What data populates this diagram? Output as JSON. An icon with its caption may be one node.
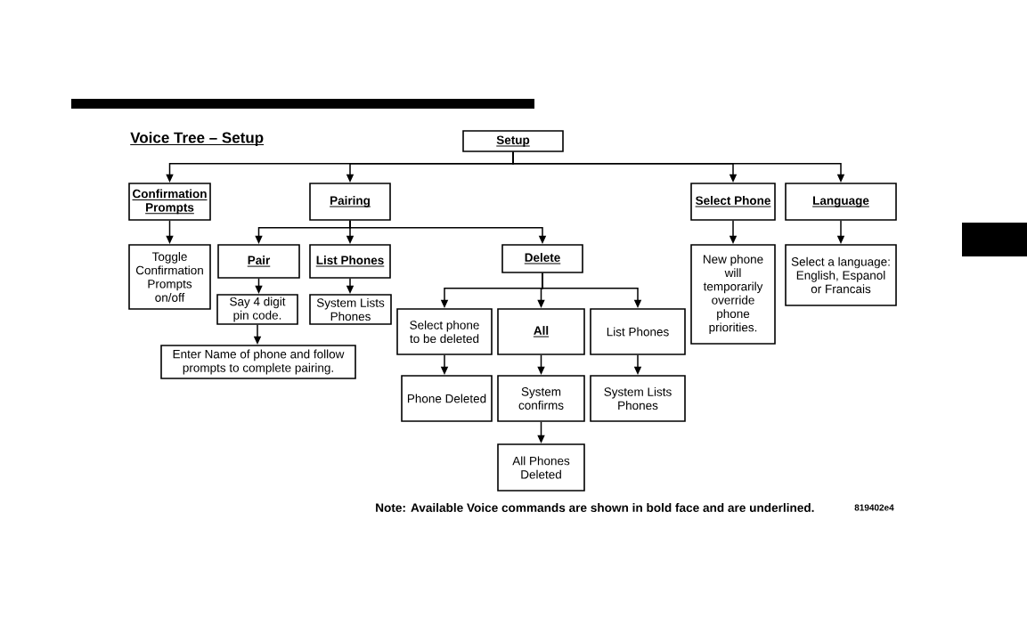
{
  "diagram": {
    "title": "Voice Tree – Setup",
    "nodes": [
      {
        "text": [
          "Setup"
        ]
      },
      {
        "text": [
          "Confirmation Prompts"
        ]
      },
      {
        "text": [
          "Pairing"
        ]
      },
      {
        "text": [
          "Select Phone"
        ]
      },
      {
        "text": [
          "Language"
        ]
      },
      {
        "text": [
          "Toggle Confirmation Prompts on/off"
        ]
      },
      {
        "text": [
          "Pair"
        ]
      },
      {
        "text": [
          "List Phones"
        ]
      },
      {
        "text": [
          "Delete"
        ]
      },
      {
        "text": [
          "New phone will temporarily override phone priorities."
        ]
      },
      {
        "text": [
          "Select a language: English, Espanol or Francais"
        ]
      },
      {
        "text": [
          "Say 4 digit pin code."
        ]
      },
      {
        "text": [
          "System Lists Phones"
        ]
      },
      {
        "text": [
          "Enter Name of phone and follow prompts to complete pairing."
        ]
      },
      {
        "text": [
          "Select phone to be deleted"
        ]
      },
      {
        "text": [
          "All"
        ]
      },
      {
        "text": [
          "List Phones"
        ]
      },
      {
        "text": [
          "Phone Deleted"
        ]
      },
      {
        "text": [
          "System confirms"
        ]
      },
      {
        "text": [
          "System Lists Phones"
        ]
      },
      {
        "text": [
          "All Phones Deleted"
        ]
      },
      {
        "text": [],
        "shape": "bar"
      }
    ],
    "edges": [
      {
        "from": 0,
        "to": 1,
        "arrow": "to"
      },
      {
        "from": 0,
        "to": 2,
        "arrow": "to"
      },
      {
        "from": 0,
        "to": 3,
        "arrow": "to"
      },
      {
        "from": 0,
        "to": 4,
        "arrow": "to"
      },
      {
        "from": 1,
        "to": 5,
        "arrow": "to"
      },
      {
        "from": 2,
        "to": 6,
        "arrow": "to"
      },
      {
        "from": 2,
        "to": 7,
        "arrow": "to"
      },
      {
        "from": 2,
        "to": 8,
        "arrow": "to"
      },
      {
        "from": 3,
        "to": 9,
        "arrow": "to"
      },
      {
        "from": 4,
        "to": 10,
        "arrow": "to"
      },
      {
        "from": 6,
        "to": 11,
        "arrow": "to"
      },
      {
        "from": 7,
        "to": 12,
        "arrow": "to"
      },
      {
        "from": 11,
        "to": 13,
        "arrow": "to"
      },
      {
        "from": 8,
        "to": 14,
        "arrow": "to"
      },
      {
        "from": 8,
        "to": 15,
        "arrow": "to"
      },
      {
        "from": 8,
        "to": 16,
        "arrow": "to"
      },
      {
        "from": 14,
        "to": 17,
        "arrow": "to"
      },
      {
        "from": 15,
        "to": 18,
        "arrow": "to"
      },
      {
        "from": 16,
        "to": 19,
        "arrow": "to"
      },
      {
        "from": 18,
        "to": 20,
        "arrow": "to"
      }
    ],
    "labels": [
      "Note: Available Voice commands are shown in bold face and are underlined.",
      "819402e4"
    ]
  }
}
